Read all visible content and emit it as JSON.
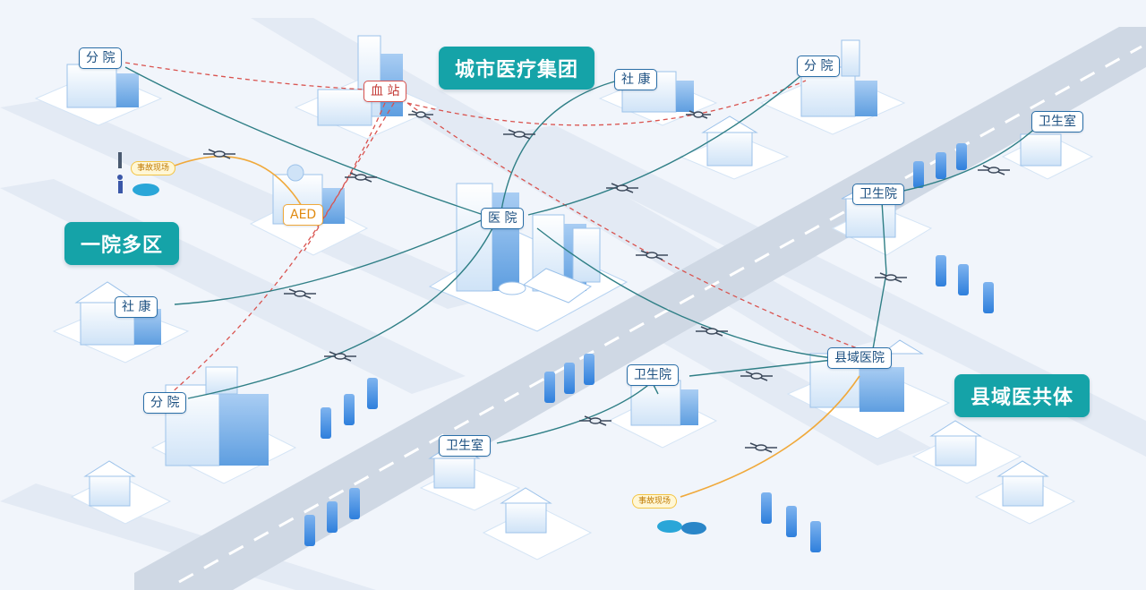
{
  "groups": {
    "city_medical_group": "城市医疗集团",
    "one_hospital_multi_district": "一院多区",
    "county_medical_community": "县域医共体"
  },
  "nodes": {
    "branch_hospital_top_left": "分 院",
    "branch_hospital_top_right": "分 院",
    "branch_hospital_bottom_left": "分 院",
    "blood_station": "血 站",
    "community_health_top": "社 康",
    "community_health_left": "社 康",
    "hospital_center": "医 院",
    "aed": "AED",
    "health_center_right": "卫生院",
    "health_room_top_right": "卫生室",
    "county_hospital": "县域医院",
    "health_center_bottom": "卫生院",
    "health_room_bottom": "卫生室"
  },
  "incidents": {
    "accident_scene_left": "事故现场",
    "accident_scene_bottom": "事故现场"
  },
  "colors": {
    "group_bg": "#15a3a8",
    "label_border": "#2b6fa8",
    "dashed_route": "#d9534f",
    "solid_route": "#2f7f86",
    "emergency_route": "#f0a93b"
  }
}
